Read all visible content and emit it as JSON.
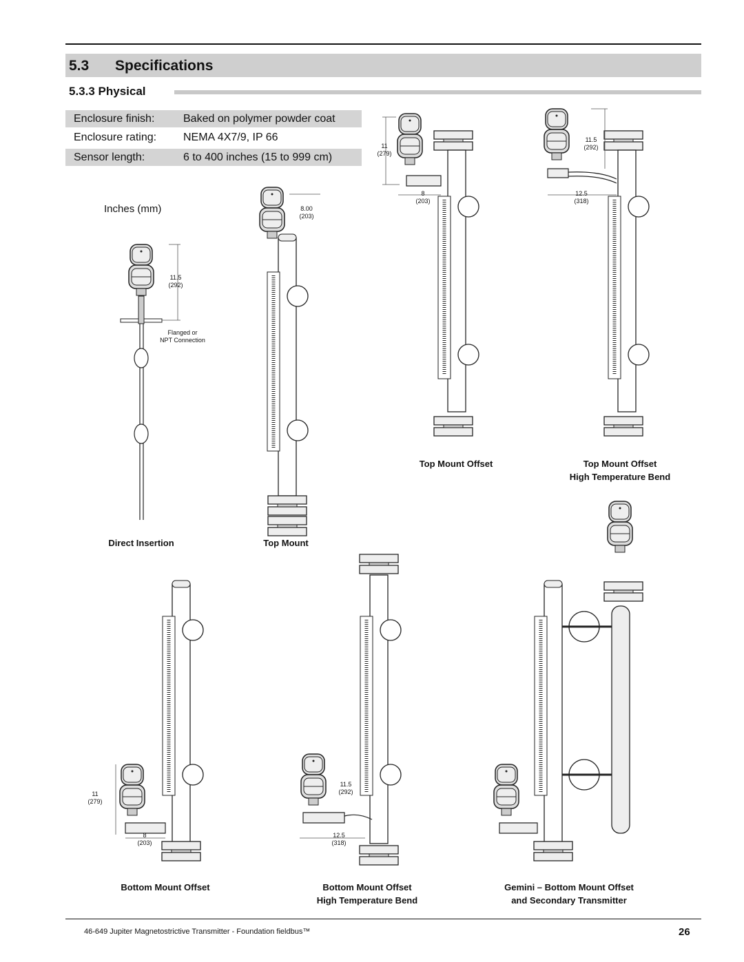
{
  "section": {
    "number": "5.3",
    "title": "Specifications"
  },
  "subsection": {
    "title": "5.3.3 Physical"
  },
  "specs": [
    {
      "label": "Enclosure finish:",
      "value": "Baked on polymer powder coat"
    },
    {
      "label": "Enclosure rating:",
      "value": "NEMA 4X7/9, IP 66"
    },
    {
      "label": "Sensor length:",
      "value": "6 to 400 inches (15 to 999 cm)"
    }
  ],
  "units_label": "Inches (mm)",
  "dims": {
    "direct_height": "11.5",
    "direct_height_mm": "(292)",
    "flange_note_1": "Flanged or",
    "flange_note_2": "NPT Connection",
    "top_width": "8.00",
    "top_width_mm": "(203)",
    "tmo_height": "11",
    "tmo_height_mm": "(279)",
    "tmo_width": "8",
    "tmo_width_mm": "(203)",
    "tmoh_height": "11.5",
    "tmoh_height_mm": "(292)",
    "tmoh_width": "12.5",
    "tmoh_width_mm": "(318)",
    "bmo_height": "11",
    "bmo_height_mm": "(279)",
    "bmo_width": "8",
    "bmo_width_mm": "(203)",
    "bmoh_height": "11.5",
    "bmoh_height_mm": "(292)",
    "bmoh_width": "12.5",
    "bmoh_width_mm": "(318)"
  },
  "captions": {
    "direct": "Direct Insertion",
    "top": "Top Mount",
    "tmo": "Top Mount Offset",
    "tmoh_1": "Top Mount Offset",
    "tmoh_2": "High Temperature Bend",
    "bmo": "Bottom Mount Offset",
    "bmoh_1": "Bottom Mount Offset",
    "bmoh_2": "High Temperature Bend",
    "gemini_1": "Gemini – Bottom Mount Offset",
    "gemini_2": "and Secondary Transmitter"
  },
  "footer": {
    "text": "46-649 Jupiter Magnetostrictive Transmitter - Foundation fieldbus™",
    "page": "26"
  }
}
